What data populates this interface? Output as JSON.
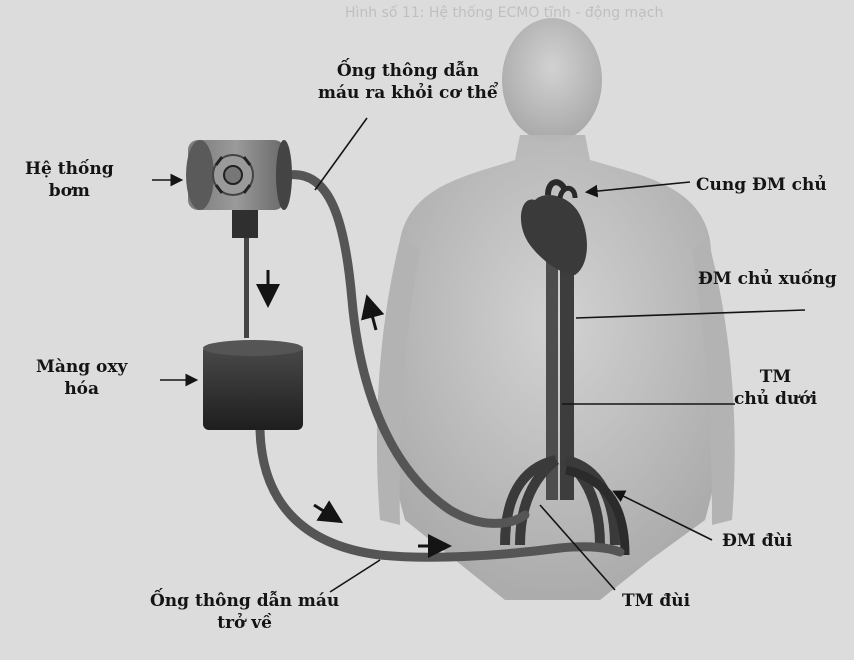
{
  "header": {
    "text": "Hình số 11: Hệ thống ECMO tĩnh - động mạch"
  },
  "labels": {
    "catheter_out": [
      "Ống thông dẫn",
      "máu ra khỏi cơ thể"
    ],
    "pump": [
      "Hệ thống",
      "bơm"
    ],
    "aortic_arch": "Cung ĐM chủ",
    "descending_aorta": "ĐM chủ xuống",
    "oxygenator": [
      "Màng oxy",
      "hóa"
    ],
    "ivc": [
      "TM",
      "chủ dưới"
    ],
    "femoral_artery": "ĐM đùi",
    "femoral_vein": "TM đùi",
    "catheter_return": [
      "Ống thông dẫn máu",
      "trở về"
    ]
  },
  "colors": {
    "background": "#dcdcdc",
    "tube": "#555555",
    "body": "#bdbdbd",
    "heart": "#3a3a3a",
    "oxygenator": "#2e2e2e",
    "text": "#141414"
  },
  "icons": [
    "pump-drum-icon",
    "heart-icon",
    "flow-arrow-icon"
  ]
}
